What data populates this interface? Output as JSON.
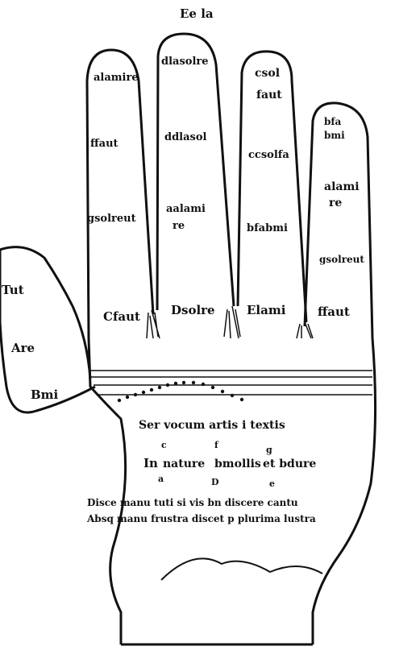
{
  "colors": {
    "ink": "#111111",
    "paper": "#ffffff"
  },
  "top_label": "Ee la",
  "fingers": {
    "pinky": {
      "tip": "alamire",
      "joint1": "ffaut",
      "joint2": "gsolreut",
      "base": "Cfaut"
    },
    "ring": {
      "tip": "dlasolre",
      "joint1": "ddlasol",
      "joint2a": "aalami",
      "joint2b": "re",
      "base": "Dsolre"
    },
    "middle": {
      "tip_a": "csol",
      "tip_b": "faut",
      "joint1": "ccsolfa",
      "joint2": "bfabmi",
      "base": "Elami"
    },
    "index": {
      "tip_a": "bfa",
      "tip_b": "bmi",
      "joint1a": "alami",
      "joint1b": "re",
      "joint2": "gsolreut",
      "base": "ffaut"
    }
  },
  "thumb": {
    "tip": "Tut",
    "joint": "Are",
    "base": "Bmi"
  },
  "palm": {
    "line1": "Ser vocum artis i textis",
    "line2_pre": "In",
    "line2_nature": "nature",
    "line2_bmollis": "bmollis",
    "line2_bdure": "et bdure",
    "sup_c": "c",
    "sup_f": "f",
    "sup_g": "g",
    "sub_a": "a",
    "sub_d": "D",
    "sub_e": "e",
    "line3": "Disce manu tuti si vis bn discere cantu",
    "line4": "Absq manu frustra discet p plurima lustra"
  }
}
